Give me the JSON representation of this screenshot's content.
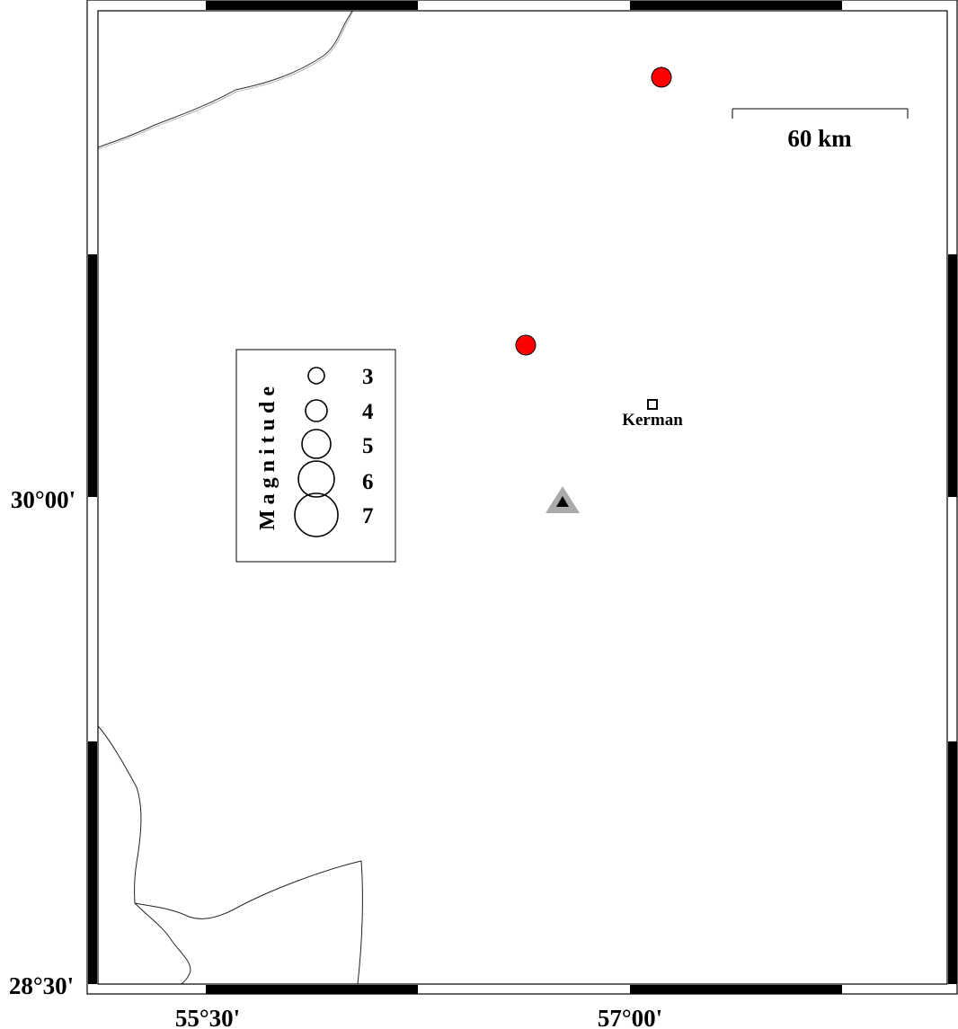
{
  "map": {
    "axes": {
      "y_labels": [
        "30°00'",
        "28°30'"
      ],
      "x_labels": [
        "55°30'",
        "57°00'"
      ]
    },
    "scale_bar": {
      "label": "60 km"
    },
    "city": {
      "name": "Kerman"
    },
    "legend": {
      "title": "Magnitude",
      "entries": [
        "3",
        "4",
        "5",
        "6",
        "7"
      ]
    },
    "colors": {
      "epicenter_fill": "#ff0000",
      "station_outer": "#aaaaaa",
      "station_inner": "#000000",
      "frame_dark": "#000000",
      "frame_light": "#ffffff"
    },
    "symbols": {
      "epicenter": "red-circle",
      "station": "triangle",
      "city": "small-square"
    }
  }
}
